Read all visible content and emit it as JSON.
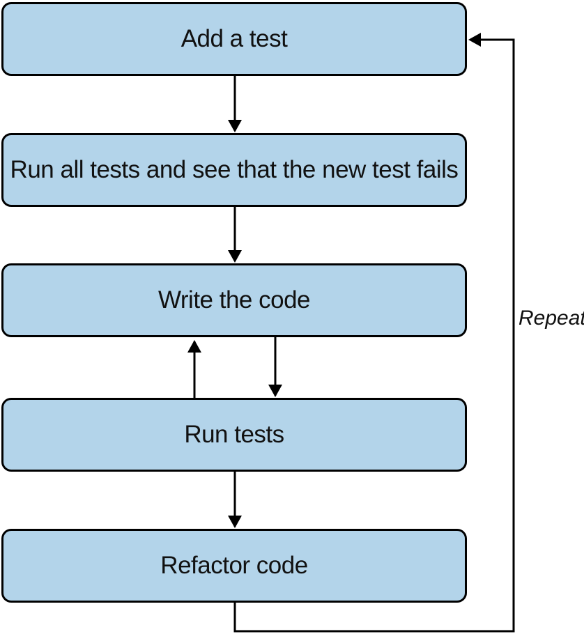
{
  "diagram": {
    "box_fill": "#b3d4ea",
    "border_color": "#000000",
    "steps": [
      {
        "label": "Add a test"
      },
      {
        "label": "Run all tests and see that the new test fails"
      },
      {
        "label": "Write the code"
      },
      {
        "label": "Run tests"
      },
      {
        "label": "Refactor code"
      }
    ],
    "loop_label": "Repeat"
  }
}
